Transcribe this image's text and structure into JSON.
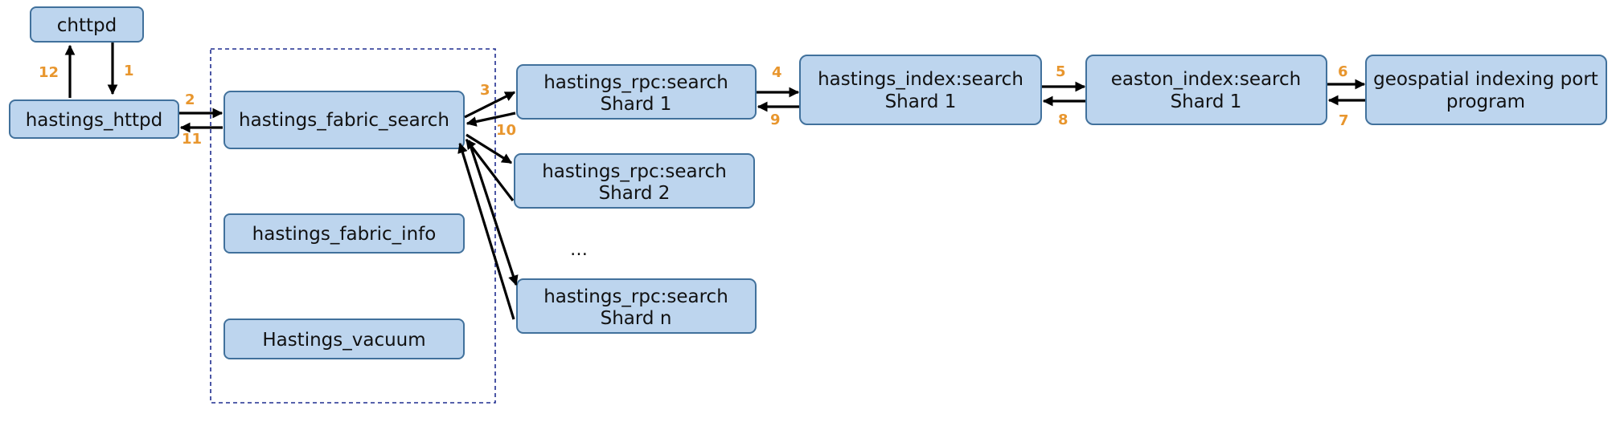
{
  "nodes": {
    "chttpd": [
      "chttpd"
    ],
    "hastings_httpd": [
      "hastings_httpd"
    ],
    "hastings_fabric_search": [
      "hastings_fabric_search"
    ],
    "hastings_fabric_info": [
      "hastings_fabric_info"
    ],
    "hastings_vacuum": [
      "Hastings_vacuum"
    ],
    "rpc_shard_1": [
      "hastings_rpc:search",
      "Shard 1"
    ],
    "rpc_shard_2": [
      "hastings_rpc:search",
      "Shard 2"
    ],
    "rpc_shard_n": [
      "hastings_rpc:search",
      "Shard n"
    ],
    "index_shard_1": [
      "hastings_index:search",
      "Shard 1"
    ],
    "easton_shard_1": [
      "easton_index:search",
      "Shard 1"
    ],
    "geo_port": [
      "geospatial indexing port",
      "program"
    ]
  },
  "ellipsis": "…",
  "steps": {
    "s1": "1",
    "s2": "2",
    "s3": "3",
    "s4": "4",
    "s5": "5",
    "s6": "6",
    "s7": "7",
    "s8": "8",
    "s9": "9",
    "s10": "10",
    "s11": "11",
    "s12": "12"
  },
  "colors": {
    "box_fill": "#bdd5ee",
    "box_stroke": "#41719c",
    "group_border": "#1f2d8f",
    "step_number": "#e8962e",
    "arrow": "#000000"
  }
}
